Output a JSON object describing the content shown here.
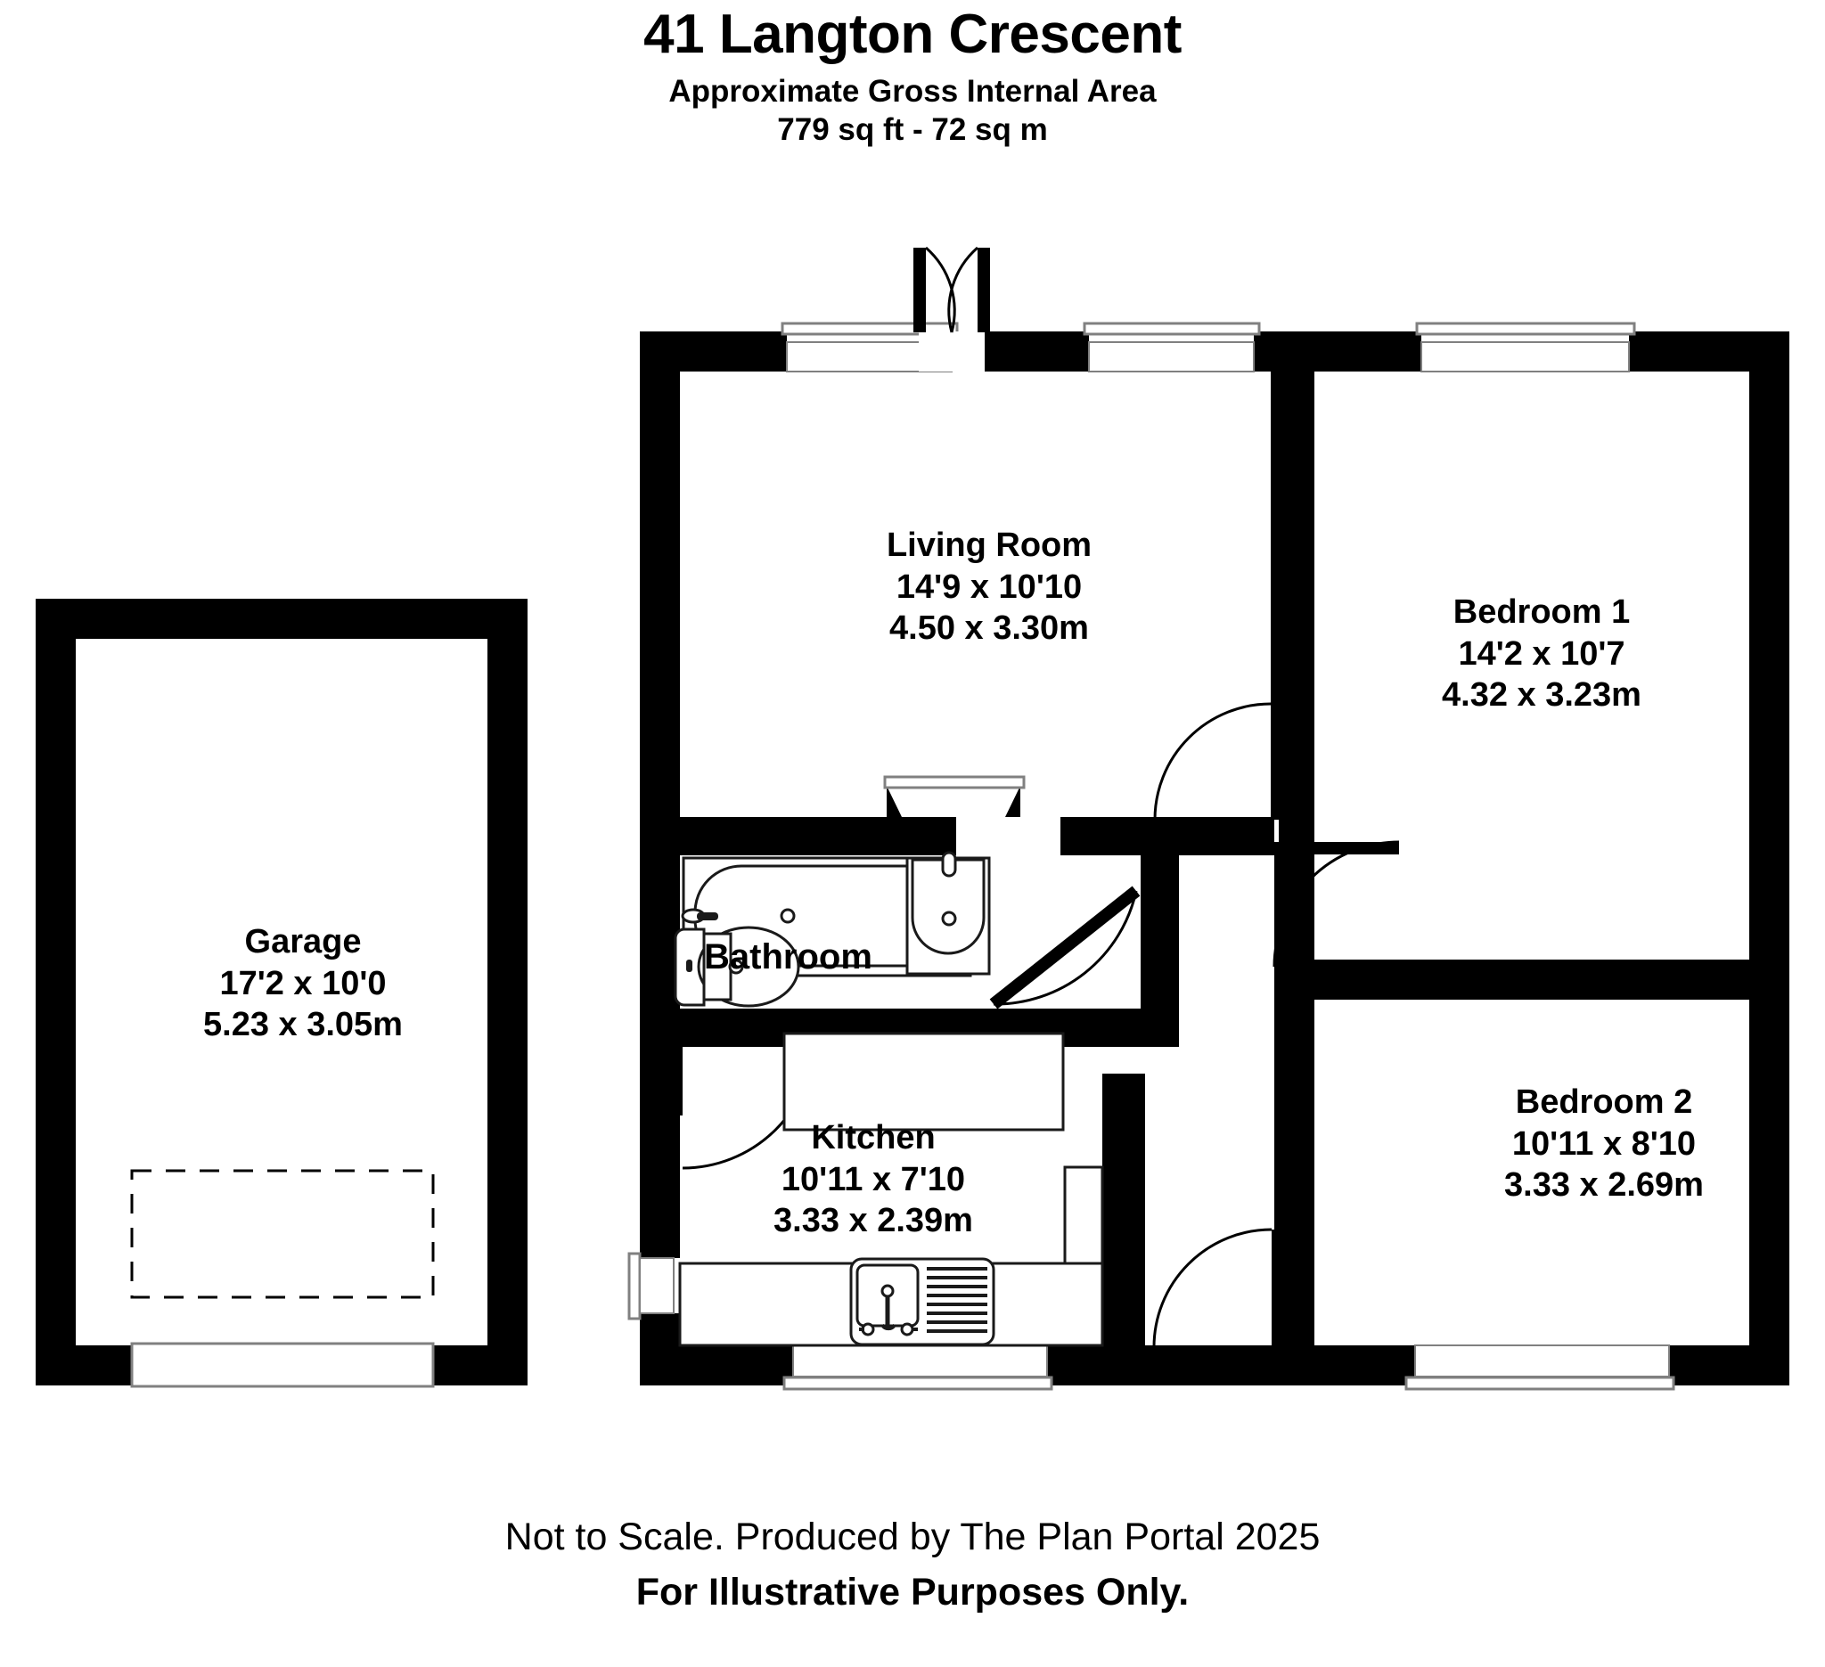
{
  "header": {
    "title": "41 Langton Crescent",
    "area_label": "Approximate Gross Internal Area",
    "area_value": "779 sq ft - 72 sq m"
  },
  "footer": {
    "line1": "Not to Scale. Produced by The Plan Portal 2025",
    "line2": "For Illustrative Purposes Only."
  },
  "rooms": {
    "garage": {
      "name": "Garage",
      "dim_imperial": "17'2 x 10'0",
      "dim_metric": "5.23 x 3.05m"
    },
    "living_room": {
      "name": "Living Room",
      "dim_imperial": "14'9 x 10'10",
      "dim_metric": "4.50 x 3.30m"
    },
    "bedroom_1": {
      "name": "Bedroom 1",
      "dim_imperial": "14'2 x 10'7",
      "dim_metric": "4.32 x 3.23m"
    },
    "bedroom_2": {
      "name": "Bedroom 2",
      "dim_imperial": "10'11 x 8'10",
      "dim_metric": "3.33 x 2.69m"
    },
    "kitchen": {
      "name": "Kitchen",
      "dim_imperial": "10'11 x 7'10",
      "dim_metric": "3.33 x 2.39m"
    },
    "bathroom": {
      "name": "Bathroom",
      "dim_imperial": "",
      "dim_metric": ""
    }
  },
  "colors": {
    "wall": "#000000",
    "background": "#ffffff",
    "fixture_outline": "#1a1a1a",
    "window_outline": "#808080"
  },
  "fixtures": [
    "bath-tub",
    "wash-basin",
    "toilet",
    "kitchen-sink-with-drainer",
    "kitchen-worktop",
    "garage-door-opening"
  ]
}
